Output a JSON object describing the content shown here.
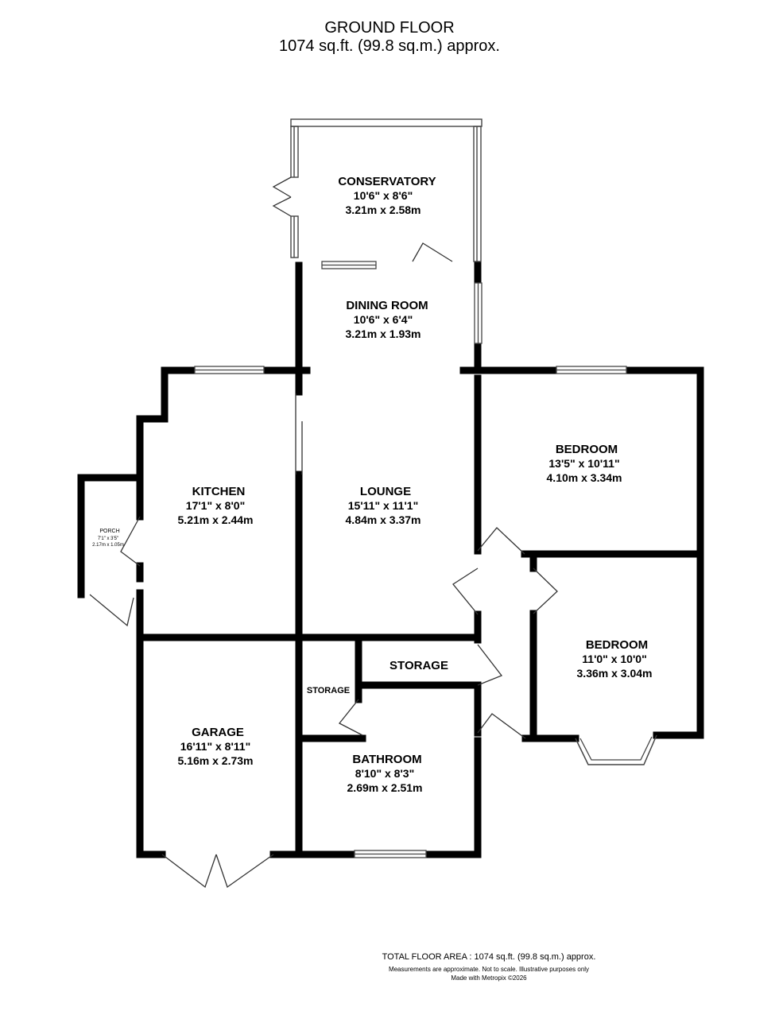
{
  "header": {
    "floor": "GROUND FLOOR",
    "area": "1074 sq.ft. (99.8 sq.m.) approx."
  },
  "rooms": {
    "conservatory": {
      "name": "CONSERVATORY",
      "imperial": "10'6\"  x 8'6\"",
      "metric": "3.21m  x 2.58m"
    },
    "dining_room": {
      "name": "DINING ROOM",
      "imperial": "10'6\"  x 6'4\"",
      "metric": "3.21m  x 1.93m"
    },
    "kitchen": {
      "name": "KITCHEN",
      "imperial": "17'1\"  x 8'0\"",
      "metric": "5.21m  x 2.44m"
    },
    "lounge": {
      "name": "LOUNGE",
      "imperial": "15'11\"  x 11'1\"",
      "metric": "4.84m  x 3.37m"
    },
    "bedroom_1": {
      "name": "BEDROOM",
      "imperial": "13'5\"  x 10'11\"",
      "metric": "4.10m  x 3.34m"
    },
    "bedroom_2": {
      "name": "BEDROOM",
      "imperial": "11'0\"  x 10'0\"",
      "metric": "3.36m  x 3.04m"
    },
    "porch": {
      "name": "PORCH",
      "imperial": "7'1\"  x 3'5\"",
      "metric": "2.17m  x 1.05m"
    },
    "storage_large": {
      "name": "STORAGE"
    },
    "storage_small": {
      "name": "STORAGE"
    },
    "garage": {
      "name": "GARAGE",
      "imperial": "16'11\"  x 8'11\"",
      "metric": "5.16m  x 2.73m"
    },
    "bathroom": {
      "name": "BATHROOM",
      "imperial": "8'10\"  x 8'3\"",
      "metric": "2.69m  x 2.51m"
    }
  },
  "footer": {
    "total": "TOTAL FLOOR AREA : 1074 sq.ft. (99.8 sq.m.) approx.",
    "disclaimer": "Measurements are approximate.  Not to scale.  Illustrative purposes only",
    "credit": "Made with Metropix ©2026"
  },
  "colors": {
    "wall": "#000000",
    "window": "#555555",
    "background": "#ffffff"
  }
}
